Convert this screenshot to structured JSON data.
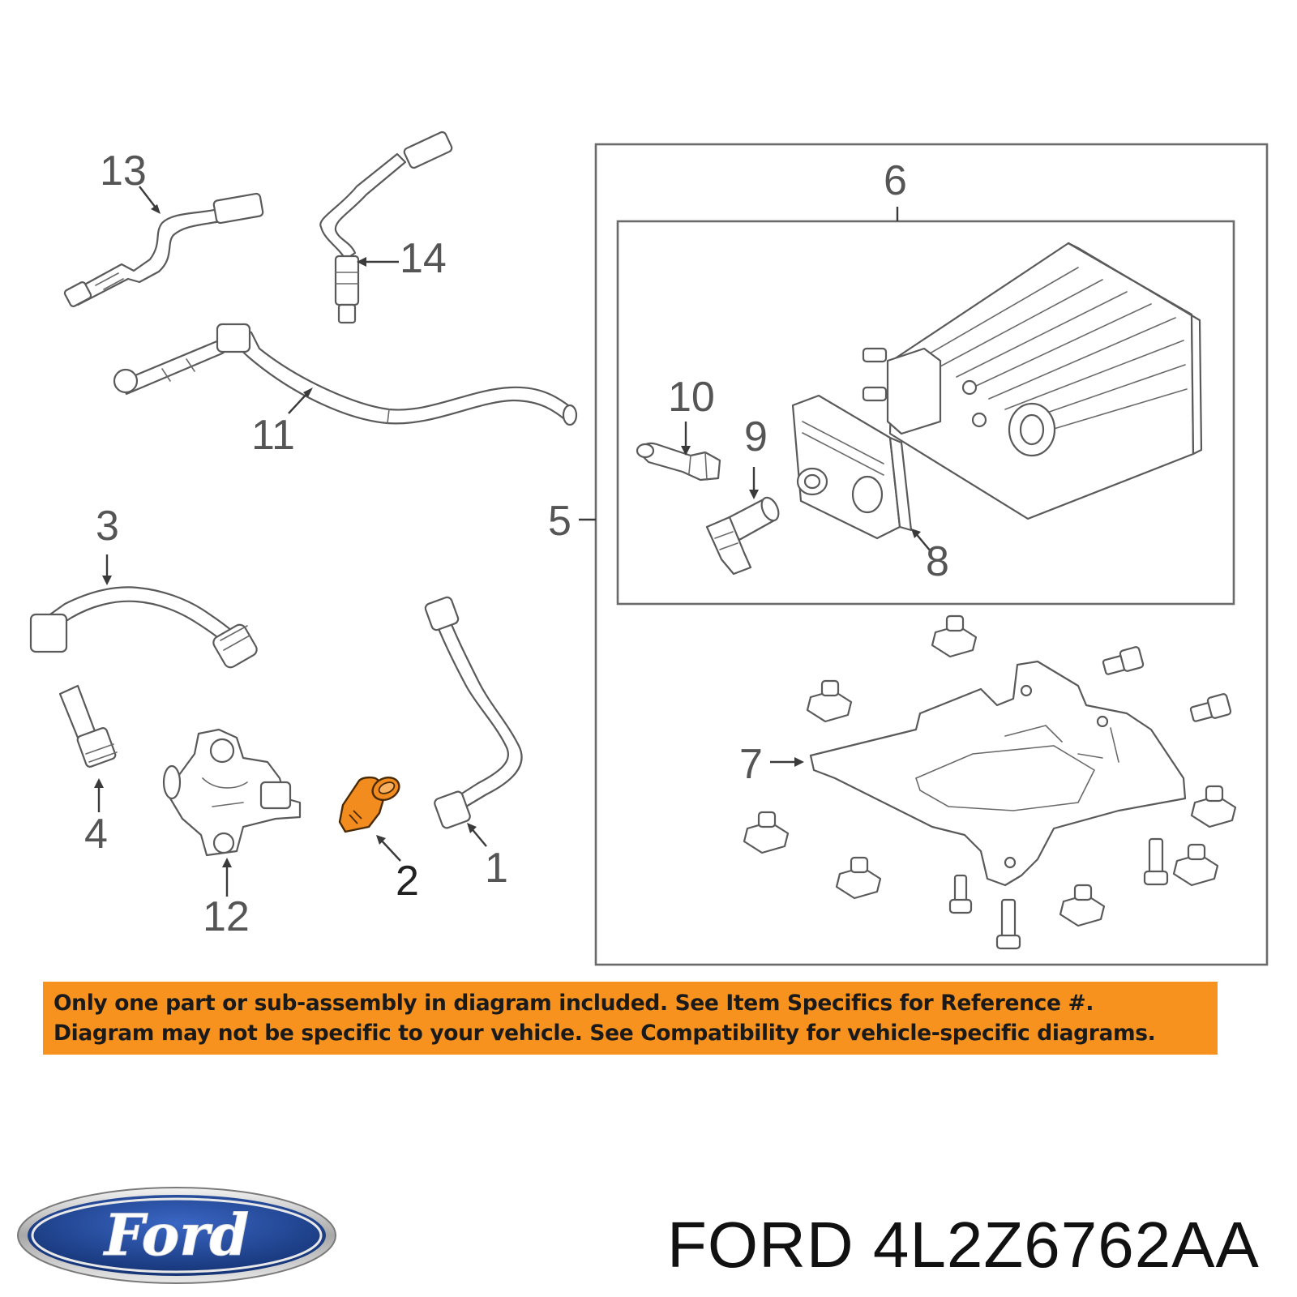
{
  "callouts": {
    "c1": "1",
    "c2": "2",
    "c3": "3",
    "c4": "4",
    "c5": "5",
    "c6": "6",
    "c7": "7",
    "c8": "8",
    "c9": "9",
    "c10": "10",
    "c11": "11",
    "c12": "12",
    "c13": "13",
    "c14": "14"
  },
  "highlighted_part": "2",
  "highlight_color": "#f28c1e",
  "notice": {
    "line1": "Only one part or sub-assembly in diagram included. See Item Specifics for Reference #.",
    "line2": "Diagram may not be specific to your vehicle. See Compatibility for vehicle-specific diagrams.",
    "background": "#f7921e"
  },
  "brand": {
    "logo_text": "Ford",
    "logo_color": "#1f3f8c"
  },
  "part_title": "FORD 4L2Z6762AA"
}
